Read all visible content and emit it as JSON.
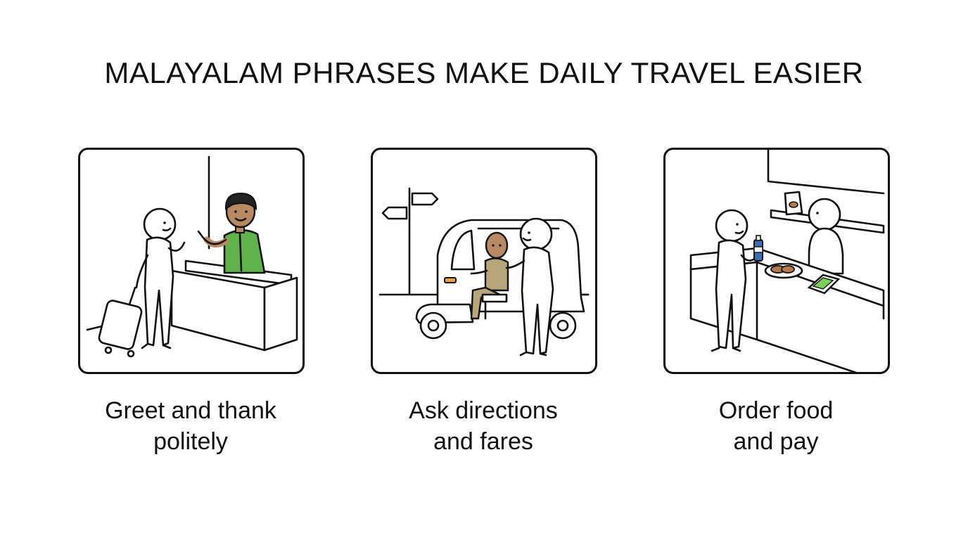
{
  "title": "MALAYALAM PHRASES MAKE DAILY TRAVEL EASIER",
  "colors": {
    "outline": "#111111",
    "background": "#ffffff",
    "shirt_green": "#5fb34a",
    "skin": "#b98a62",
    "driver_uniform": "#b9a57a",
    "bottle_blue": "#3a6fb5",
    "phone_green": "#7ccf5a",
    "food_brown": "#b77a4c",
    "light_orange": "#f0a33a"
  },
  "panels": [
    {
      "id": "greeting",
      "caption": "Greet and thank\npolitely"
    },
    {
      "id": "directions",
      "caption": "Ask directions\nand fares"
    },
    {
      "id": "food",
      "caption": "Order food\nand pay"
    }
  ]
}
